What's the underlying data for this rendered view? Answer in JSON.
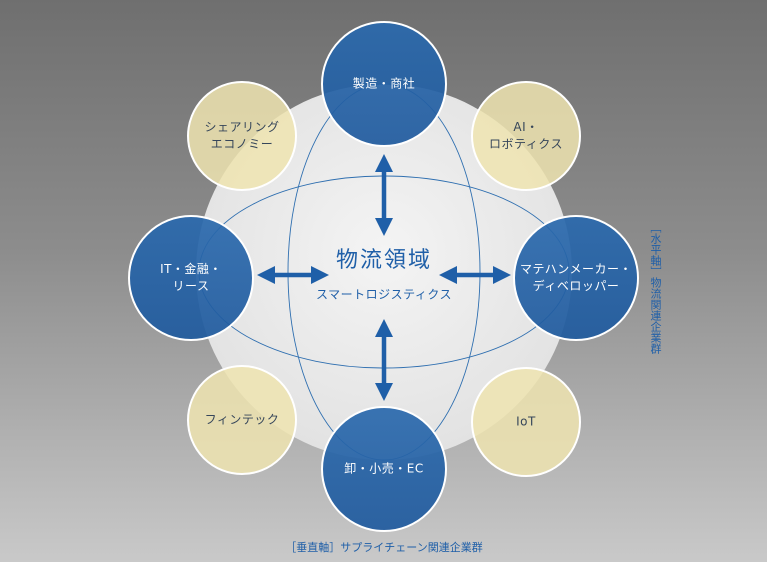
{
  "center": {
    "title": "物流領域",
    "subtitle": "スマートロジスティクス"
  },
  "nodes": [
    {
      "key": "manufacturing",
      "label": "製造・商社",
      "tone": "blue"
    },
    {
      "key": "developer",
      "label": "マテハンメーカー・\nディベロッパー",
      "tone": "blue"
    },
    {
      "key": "wholesale",
      "label": "卸・小売・EC",
      "tone": "blue"
    },
    {
      "key": "finance",
      "label": "IT・金融・\nリース",
      "tone": "blue"
    },
    {
      "key": "sharing",
      "label": "シェアリング\nエコノミー",
      "tone": "gold"
    },
    {
      "key": "ai",
      "label": "AI・\nロボティクス",
      "tone": "gold"
    },
    {
      "key": "iot",
      "label": "IoT",
      "tone": "gold"
    },
    {
      "key": "fintech",
      "label": "フィンテック",
      "tone": "gold"
    }
  ],
  "captions": {
    "vertical_axis": "［垂直軸］サプライチェーン関連企業群",
    "horizontal_axis": "［水平軸］物流関連企業群"
  },
  "colors": {
    "blue_node": "#2f6fb0",
    "gold_node": "#efe4b0",
    "arrow": "#1f5fa8",
    "hub": "#eeeeee"
  }
}
